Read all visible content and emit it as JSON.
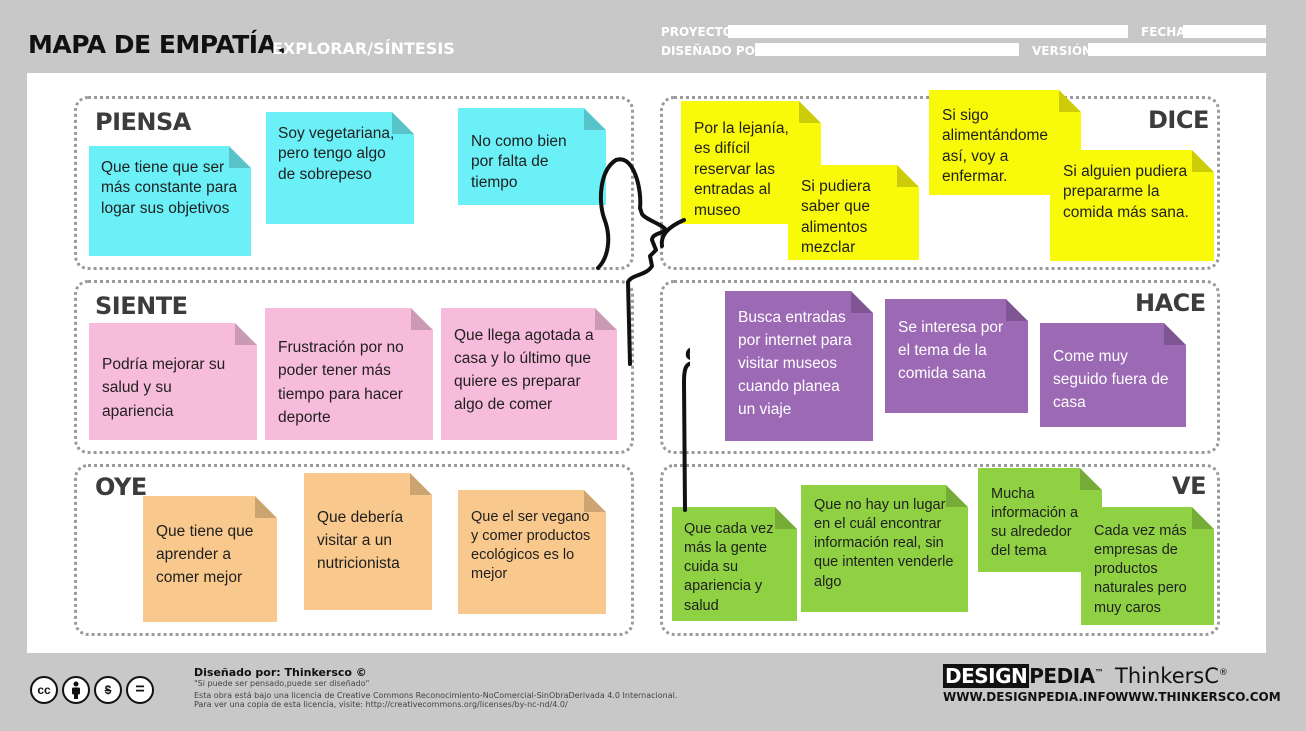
{
  "header": {
    "title": "MAPA DE EMPATÍA.",
    "subtitle": "EXPLORAR/SÍNTESIS",
    "proyecto_label": "PROYECTO",
    "fecha_label": "FECHA",
    "disenado_label": "DISEÑADO POR",
    "version_label": "VERSIÓN"
  },
  "piensa": {
    "title": "PIENSA",
    "notes": [
      "Que tiene que ser más constante para logar sus objetivos",
      "Soy vegetariana, pero tengo algo de sobrepeso",
      "No como bien por falta de tiempo"
    ]
  },
  "siente": {
    "title": "SIENTE",
    "notes": [
      "Podría mejorar su salud y su apariencia",
      "Frustración por no poder tener más tiempo para hacer deporte",
      "Que llega agotada a casa y lo último que quiere es preparar algo de comer"
    ]
  },
  "oye": {
    "title": "OYE",
    "notes": [
      "Que tiene que aprender a comer mejor",
      "Que debería visitar a un nutricionista",
      "Que el ser vegano y comer productos ecológicos es lo mejor"
    ]
  },
  "dice": {
    "title": "DICE",
    "notes": [
      "Por la lejanía, es difícil reservar las entradas al museo",
      "Si pudiera saber que alimentos mezclar",
      "Si sigo alimentándome así, voy a enfermar.",
      "Si alguien pudiera prepararme la comida más sana."
    ]
  },
  "hace": {
    "title": "HACE",
    "notes": [
      "Busca entradas por internet para visitar museos cuando planea un viaje",
      "Se interesa por el tema de la comida sana",
      "Come muy seguido fuera de casa"
    ]
  },
  "ve": {
    "title": "VE",
    "notes": [
      "Que cada vez más la gente cuida su apariencia y salud",
      "Que no hay un lugar en el cuál encontrar información real, sin que intenten venderle algo",
      "Mucha información a su alrededor del tema",
      "Cada vez más empresas de productos naturales pero muy caros"
    ]
  },
  "footer": {
    "designed_by": "Diseñado por: Thinkersco ©",
    "motto": "\"Si puede ser pensado,puede ser diseñado\"",
    "license1": "Esta obra está bajo una licencia de Creative Commons Reconocimiento-NoComercial-SinObraDerivada 4.0 Internacional.",
    "license2": "Para ver una copia de esta licencia, visite: http://creativecommons.org/licenses/by-nc-nd/4.0/",
    "dp_logo_a": "DESIGN",
    "dp_logo_b": "PEDIA",
    "dp_tm": "™",
    "dp_url": "WWW.DESIGNPEDIA.INFO",
    "tk_logo": "ThinkersC",
    "tk_reg": "®",
    "tk_url": "WWW.THINKERSCO.COM",
    "cc_icons": [
      "cc",
      "by",
      "$",
      "="
    ]
  },
  "colors": {
    "cyan": "#6cf0f7",
    "yellow": "#f9f90a",
    "pink": "#f7bcdb",
    "purple": "#9c69b4",
    "orange": "#f8c88c",
    "green": "#8fd143"
  }
}
